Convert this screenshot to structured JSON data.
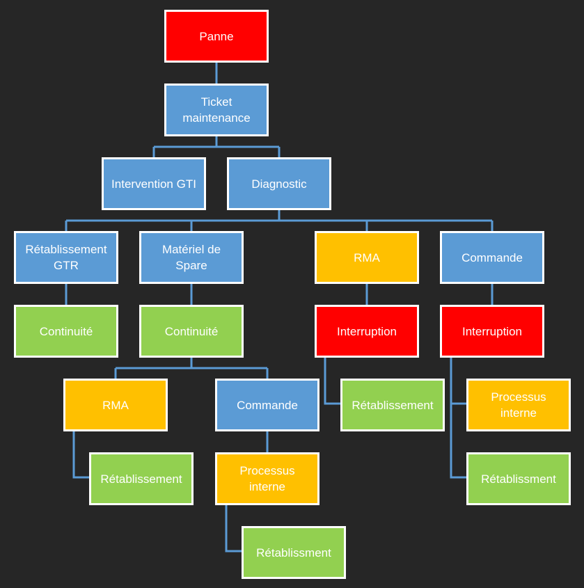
{
  "colors": {
    "background": "#262626",
    "red": "#ff0000",
    "blue": "#5b9bd5",
    "yellow": "#ffc000",
    "green": "#92d050",
    "connector": "#5b9bd5",
    "border": "#ffffff"
  },
  "nodes": {
    "panne": "Panne",
    "ticket": "Ticket\nmaintenance",
    "intervention_gti": "Intervention GTI",
    "diagnostic": "Diagnostic",
    "retablissement_gtr": "Rétablissement\nGTR",
    "materiel_spare": "Matériel de\nSpare",
    "rma": "RMA",
    "commande": "Commande",
    "continuite_1": "Continuité",
    "continuite_2": "Continuité",
    "interruption_1": "Interruption",
    "interruption_2": "Interruption",
    "rma_2": "RMA",
    "commande_2": "Commande",
    "retablissement_1": "Rétablissement",
    "processus_interne_1": "Processus\ninterne",
    "retablissement_2": "Rétablissement",
    "processus_interne_2": "Processus\ninterne",
    "retablissment_1": "Rétablissment",
    "retablissment_2": "Rétablissment"
  }
}
